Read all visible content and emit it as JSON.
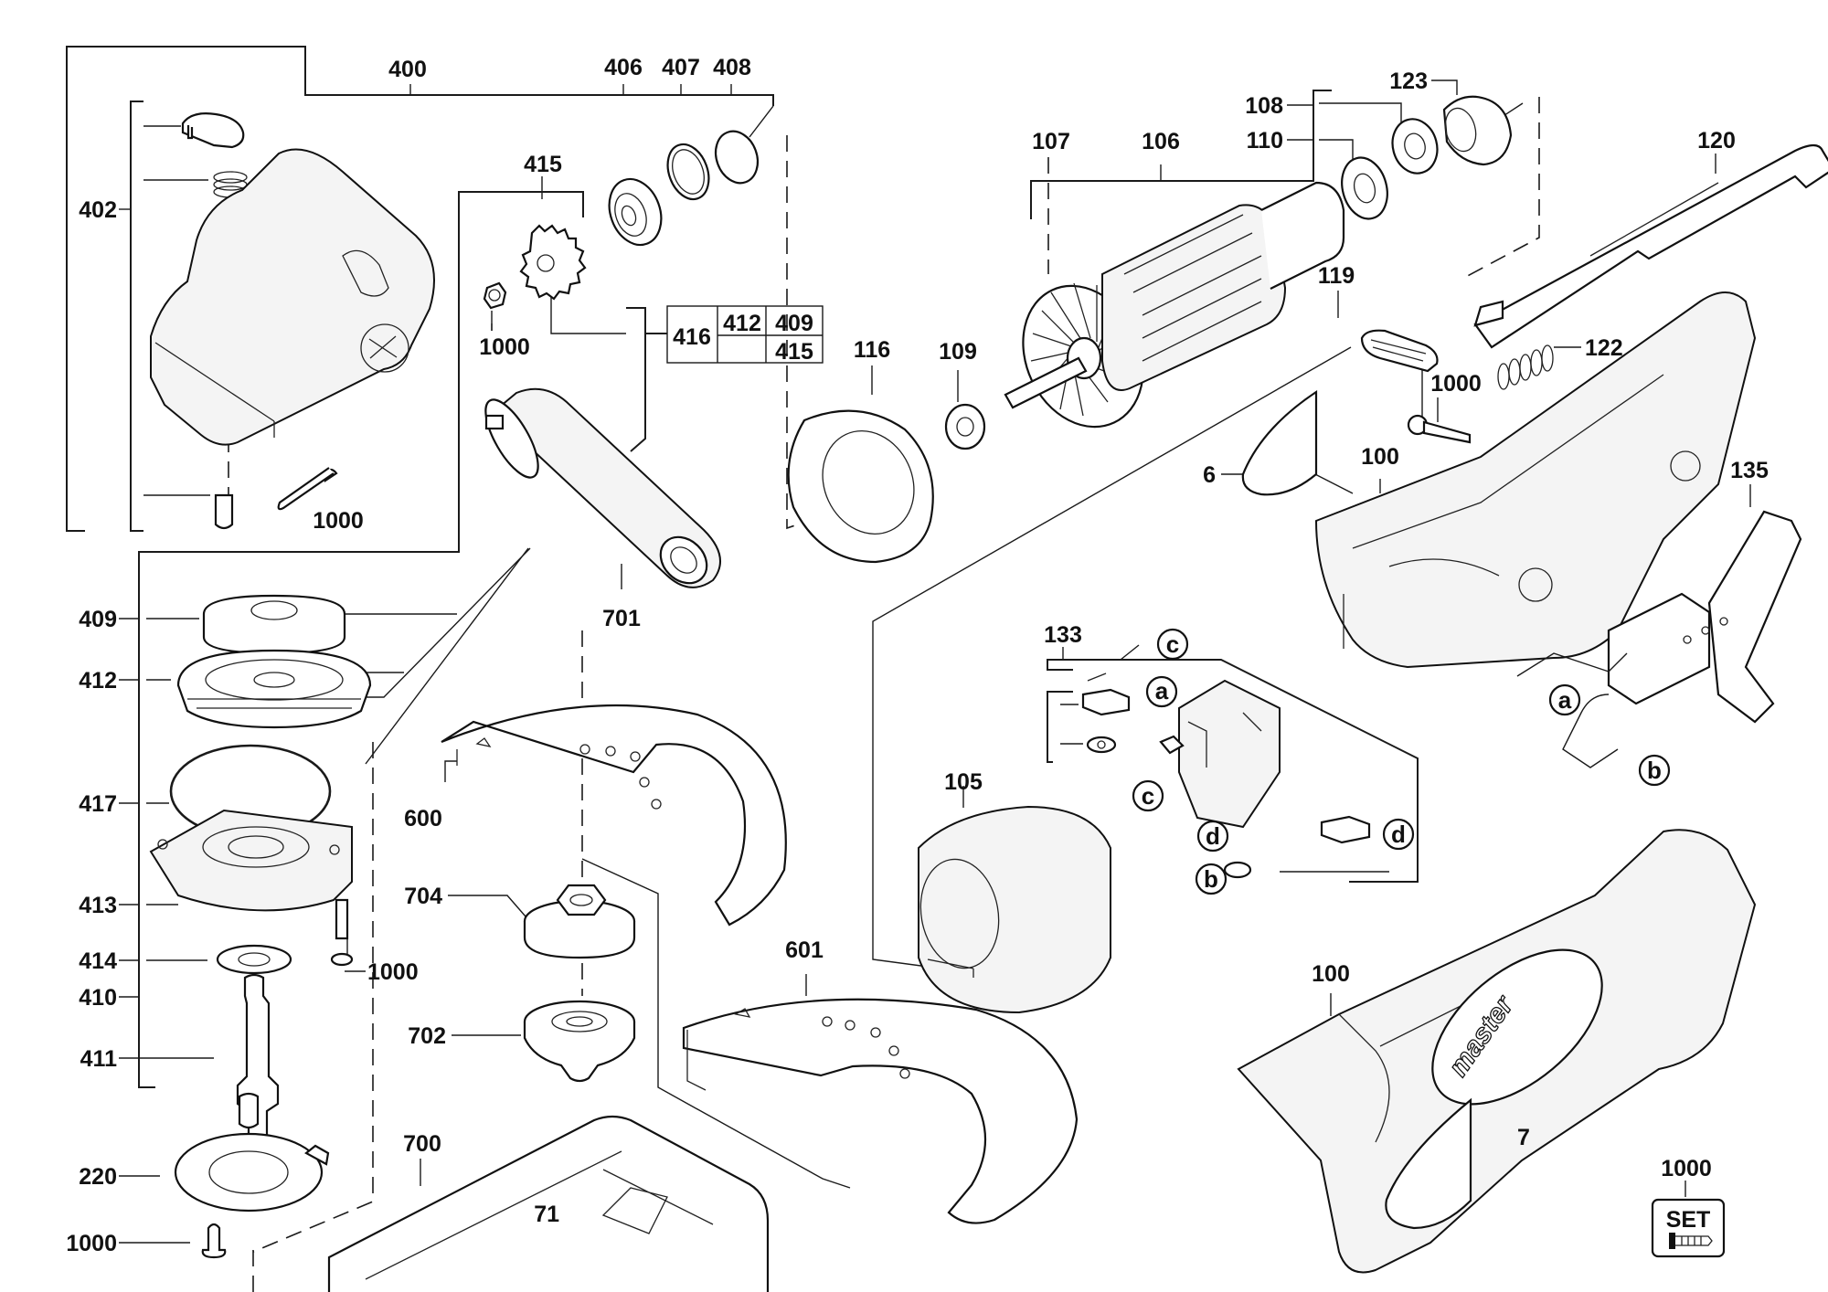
{
  "diagram": {
    "type": "exploded-parts-diagram",
    "subject": "angle grinder",
    "brand_mark": "master",
    "labels": {
      "p400": "400",
      "p406": "406",
      "p407": "407",
      "p408": "408",
      "p402": "402",
      "p415a": "415",
      "p1000a": "1000",
      "p1000b": "1000",
      "p409": "409",
      "p412": "412",
      "p417": "417",
      "p413": "413",
      "p414": "414",
      "p410": "410",
      "p411": "411",
      "p220": "220",
      "p1000c": "1000",
      "p1000d": "1000",
      "p701": "701",
      "p600": "600",
      "p704": "704",
      "p702": "702",
      "p601": "601",
      "p700": "700",
      "p71": "71",
      "p116": "116",
      "p109": "109",
      "p107": "107",
      "p106": "106",
      "p108": "108",
      "p110": "110",
      "p123": "123",
      "p120": "120",
      "p119": "119",
      "p122": "122",
      "p1000e": "1000",
      "p6": "6",
      "p100a": "100",
      "p135": "135",
      "p133": "133",
      "p105": "105",
      "p100b": "100",
      "p7": "7",
      "p1000set": "1000"
    },
    "callouts": {
      "c1": "c",
      "a1": "a",
      "c2": "c",
      "d1": "d",
      "b1": "b",
      "d2": "d",
      "a2": "a",
      "b2": "b"
    },
    "kit_table": {
      "rows": [
        [
          "416",
          "412",
          "409"
        ],
        [
          "",
          "",
          "415"
        ]
      ]
    },
    "set_badge": {
      "label": "SET",
      "icon": "screw-icon"
    }
  }
}
